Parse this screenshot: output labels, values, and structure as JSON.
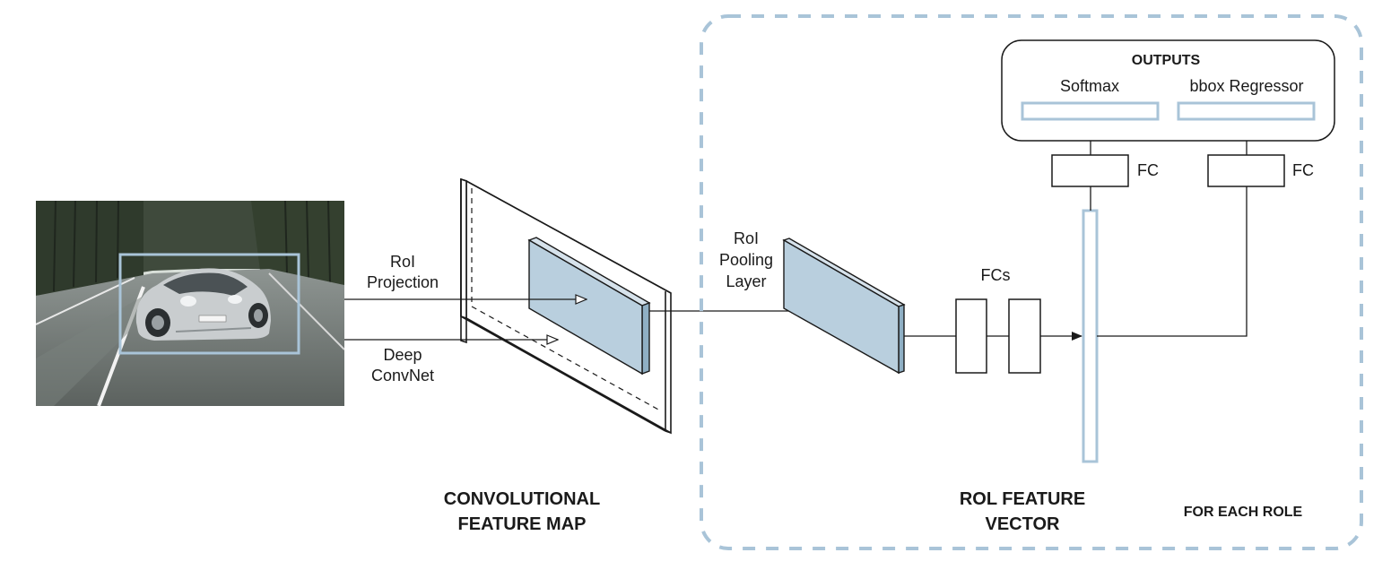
{
  "labels": {
    "roi_projection_1": "RoI",
    "roi_projection_2": "Projection",
    "deep_convnet_1": "Deep",
    "deep_convnet_2": "ConvNet",
    "roi_pooling_1": "RoI",
    "roi_pooling_2": "Pooling",
    "roi_pooling_3": "Layer",
    "fcs": "FCs",
    "fc_left": "FC",
    "fc_right": "FC",
    "outputs_title": "OUTPUTS",
    "softmax": "Softmax",
    "bbox_regressor": "bbox Regressor",
    "conv_feature_map_1": "CONVOLUTIONAL",
    "conv_feature_map_2": "FEATURE MAP",
    "rol_feature_vector_1": "ROL FEATURE",
    "rol_feature_vector_2": "VECTOR",
    "for_each_role": "FOR EACH ROLE"
  },
  "colors": {
    "dashed_border": "#a9c4d8",
    "feature_fill": "#b9cfde",
    "roi_box": "#a9c4d8",
    "ink": "#1a1a1a"
  },
  "icons": {
    "input_photo": "car-on-forest-road-photo"
  }
}
